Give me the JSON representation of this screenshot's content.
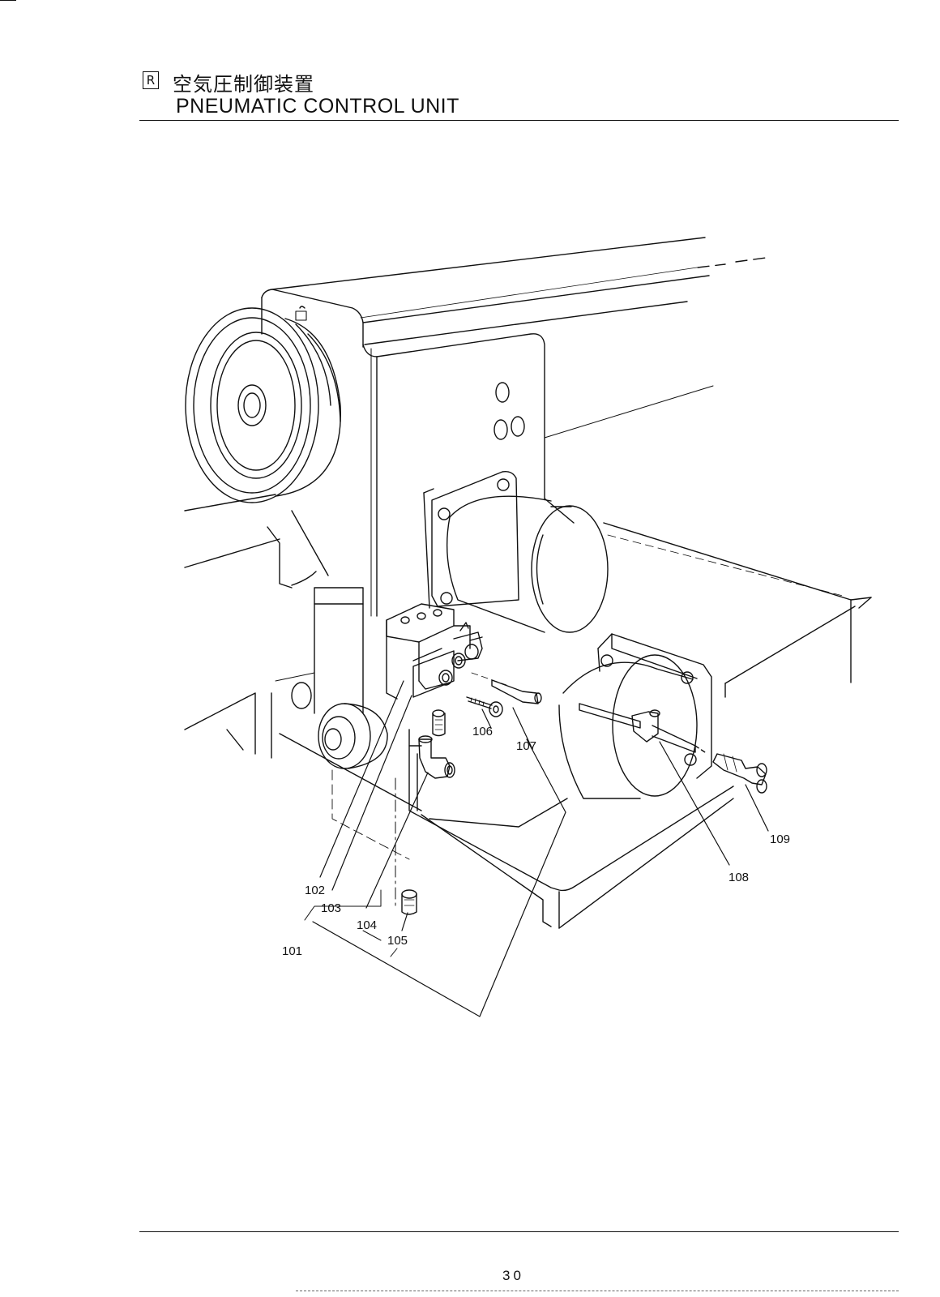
{
  "header": {
    "section_letter": "R",
    "title_jp": "空気圧制御装置",
    "title_en": "PNEUMATIC CONTROL UNIT"
  },
  "callouts": {
    "p101": "101",
    "p102": "102",
    "p103": "103",
    "p104": "104",
    "p105": "105",
    "p106": "106",
    "p107": "107",
    "p108": "108",
    "p109": "109"
  },
  "footer": {
    "page_number": "30"
  }
}
